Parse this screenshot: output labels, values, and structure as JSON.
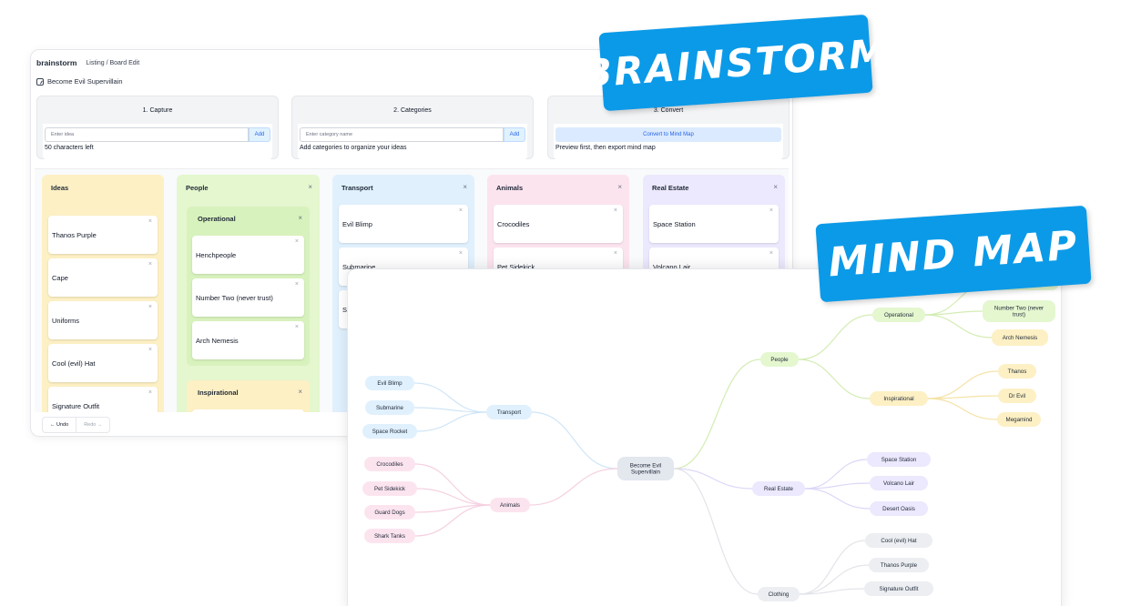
{
  "board": {
    "brand": "brainstorm",
    "breadcrumb": "Listing / Board Edit",
    "title": "Become Evil Supervillain",
    "steps": [
      {
        "title": "1. Capture",
        "placeholder": "Enter idea",
        "button": "Add",
        "helper": "50 characters left"
      },
      {
        "title": "2. Categories",
        "placeholder": "Enter category name",
        "button": "Add",
        "helper": "Add categories to organize your ideas"
      },
      {
        "title": "3. Convert",
        "button": "Convert to Mind Map",
        "helper": "Preview first, then export mind map"
      }
    ],
    "close_glyph": "×",
    "columns": {
      "ideas": {
        "name": "Ideas",
        "cards": [
          "Thanos Purple",
          "Cape",
          "Uniforms",
          "Cool (evil) Hat",
          "Signature Outfit"
        ]
      },
      "people": {
        "name": "People",
        "operational": {
          "name": "Operational",
          "cards": [
            "Henchpeople",
            "Number Two (never trust)",
            "Arch Nemesis"
          ]
        },
        "inspirational": {
          "name": "Inspirational"
        }
      },
      "transport": {
        "name": "Transport",
        "cards": [
          "Evil Blimp",
          "Submarine",
          "Sp"
        ]
      },
      "animals": {
        "name": "Animals",
        "cards": [
          "Crocodiles",
          "Pet Sidekick"
        ]
      },
      "real_estate": {
        "name": "Real Estate",
        "cards": [
          "Space Station",
          "Volcano Lair"
        ]
      }
    },
    "undo": "Undo",
    "redo": "Redo"
  },
  "banners": {
    "brainstorm": "BRAINSTORM",
    "mindmap": "MIND MAP"
  },
  "colors": {
    "accent": "#0b9ae8",
    "yellow": "#fdf0c4",
    "green": "#e4f7cf",
    "blue": "#e0f0fd",
    "pink": "#fce4ef",
    "purple": "#ece8fd",
    "neutral": "#e5e7eb"
  },
  "mindmap": {
    "root": "Become Evil Supervillain",
    "nodes": [
      {
        "id": "people",
        "label": "People",
        "color": "#e4f7cf"
      },
      {
        "id": "operational",
        "label": "Operational",
        "color": "#e4f7cf"
      },
      {
        "id": "henchpeople",
        "label": "Henchpeople",
        "color": "#e4f7cf"
      },
      {
        "id": "numtwo",
        "label": "Number Two (never trust)",
        "color": "#e4f7cf"
      },
      {
        "id": "arch",
        "label": "Arch Nemesis",
        "color": "#fdf0c4"
      },
      {
        "id": "inspirational",
        "label": "Inspirational",
        "color": "#fdf0c4"
      },
      {
        "id": "thanos",
        "label": "Thanos",
        "color": "#fdf0c4"
      },
      {
        "id": "drevil",
        "label": "Dr Evil",
        "color": "#fdf0c4"
      },
      {
        "id": "megamind",
        "label": "Megamind",
        "color": "#fdf0c4"
      },
      {
        "id": "transport",
        "label": "Transport",
        "color": "#e0f0fd"
      },
      {
        "id": "blimp",
        "label": "Evil Blimp",
        "color": "#e0f0fd"
      },
      {
        "id": "sub",
        "label": "Submarine",
        "color": "#e0f0fd"
      },
      {
        "id": "rocket",
        "label": "Space Rocket",
        "color": "#e0f0fd"
      },
      {
        "id": "animals",
        "label": "Animals",
        "color": "#fce4ef"
      },
      {
        "id": "croc",
        "label": "Crocodiles",
        "color": "#fce4ef"
      },
      {
        "id": "pet",
        "label": "Pet Sidekick",
        "color": "#fce4ef"
      },
      {
        "id": "dogs",
        "label": "Guard Dogs",
        "color": "#fce4ef"
      },
      {
        "id": "shark",
        "label": "Shark Tanks",
        "color": "#fce4ef"
      },
      {
        "id": "realestate",
        "label": "Real Estate",
        "color": "#ece8fd"
      },
      {
        "id": "station",
        "label": "Space Station",
        "color": "#ece8fd"
      },
      {
        "id": "volcano",
        "label": "Volcano Lair",
        "color": "#ece8fd"
      },
      {
        "id": "desert",
        "label": "Desert Oasis",
        "color": "#ece8fd"
      },
      {
        "id": "clothing",
        "label": "Clothing",
        "color": "#eceef2"
      },
      {
        "id": "hat",
        "label": "Cool (evil) Hat",
        "color": "#eceef2"
      },
      {
        "id": "tpurple",
        "label": "Thanos Purple",
        "color": "#eceef2"
      },
      {
        "id": "outfit",
        "label": "Signature Outfit",
        "color": "#eceef2"
      }
    ],
    "edges": [
      [
        "root",
        "people"
      ],
      [
        "root",
        "transport"
      ],
      [
        "root",
        "animals"
      ],
      [
        "root",
        "realestate"
      ],
      [
        "root",
        "clothing"
      ],
      [
        "people",
        "operational"
      ],
      [
        "people",
        "inspirational"
      ],
      [
        "operational",
        "henchpeople"
      ],
      [
        "operational",
        "numtwo"
      ],
      [
        "operational",
        "arch"
      ],
      [
        "inspirational",
        "thanos"
      ],
      [
        "inspirational",
        "drevil"
      ],
      [
        "inspirational",
        "megamind"
      ],
      [
        "transport",
        "blimp"
      ],
      [
        "transport",
        "sub"
      ],
      [
        "transport",
        "rocket"
      ],
      [
        "animals",
        "croc"
      ],
      [
        "animals",
        "pet"
      ],
      [
        "animals",
        "dogs"
      ],
      [
        "animals",
        "shark"
      ],
      [
        "realestate",
        "station"
      ],
      [
        "realestate",
        "volcano"
      ],
      [
        "realestate",
        "desert"
      ],
      [
        "clothing",
        "hat"
      ],
      [
        "clothing",
        "tpurple"
      ],
      [
        "clothing",
        "outfit"
      ]
    ]
  }
}
